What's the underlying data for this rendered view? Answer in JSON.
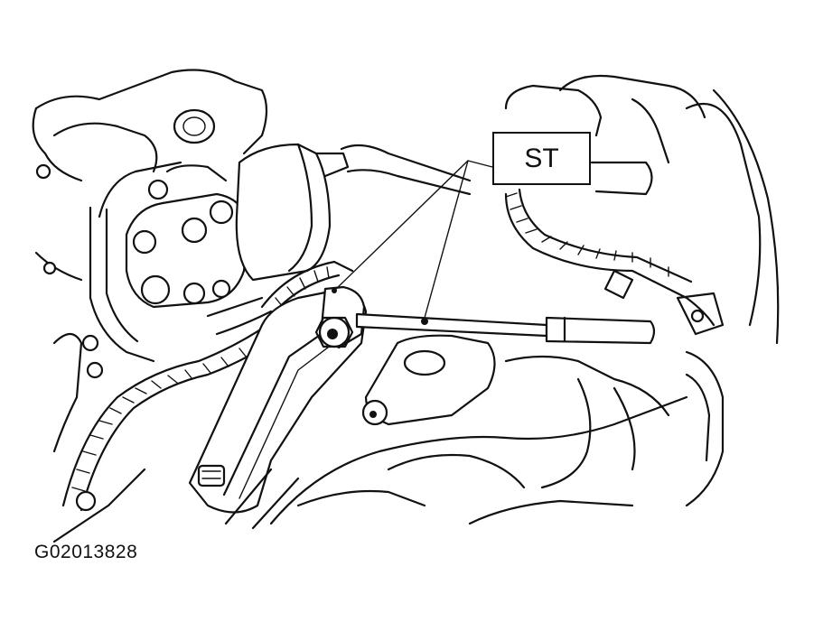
{
  "callout": {
    "label": "ST"
  },
  "figure": {
    "id": "G02013828"
  },
  "colors": {
    "line": "#111111",
    "background": "#ffffff"
  },
  "icons": [
    "engine-bay-illustration",
    "steering-link-bracket",
    "bolt-icon",
    "tie-rod-tool"
  ]
}
